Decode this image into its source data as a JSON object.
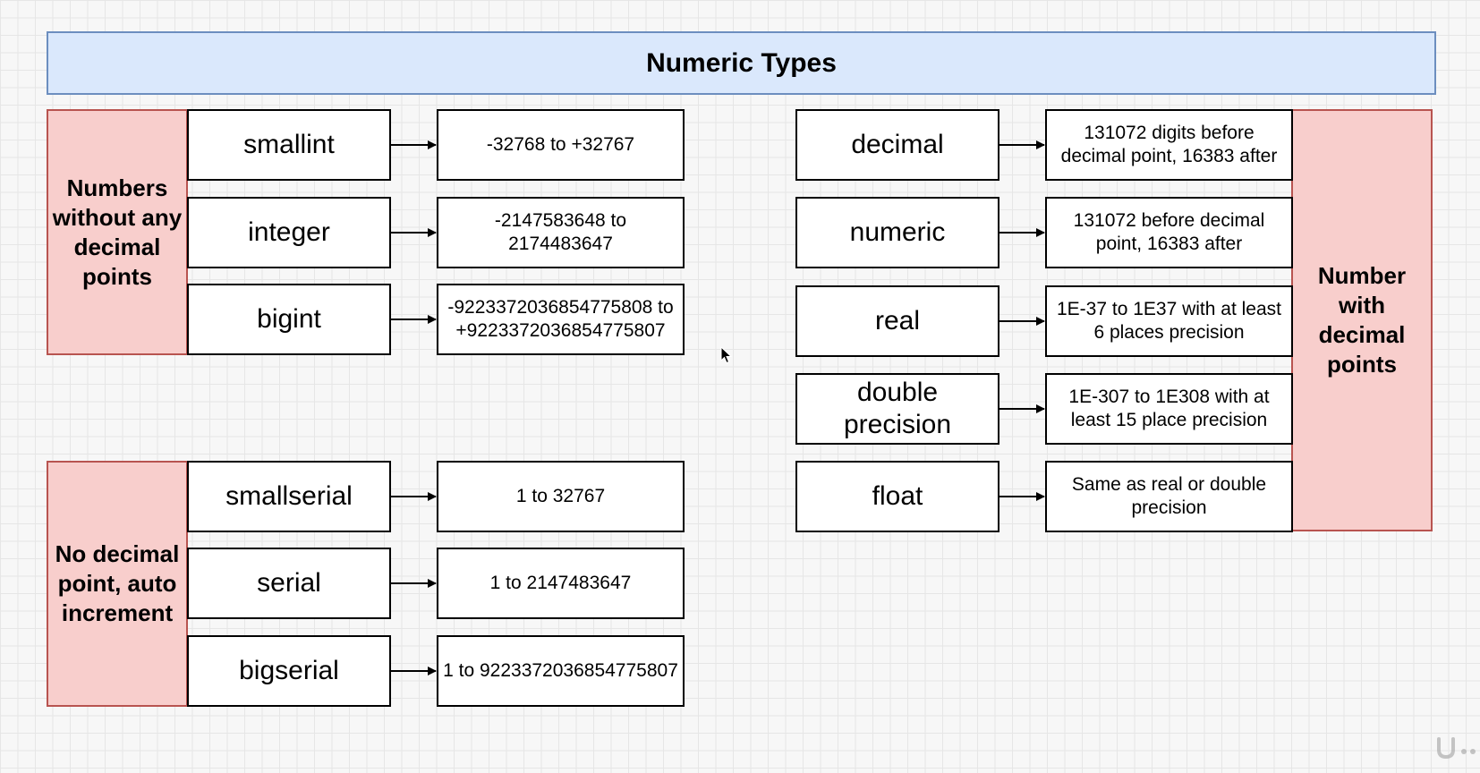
{
  "title": "Numeric Types",
  "groups": {
    "integers": "Numbers without any decimal points",
    "serials": "No decimal point, auto increment",
    "decimals": "Number with decimal points"
  },
  "integer_types": [
    {
      "name": "smallint",
      "range": "-32768 to +32767"
    },
    {
      "name": "integer",
      "range": "-2147583648 to 2174483647"
    },
    {
      "name": "bigint",
      "range": "-9223372036854775808 to +9223372036854775807"
    }
  ],
  "serial_types": [
    {
      "name": "smallserial",
      "range": "1 to 32767"
    },
    {
      "name": "serial",
      "range": "1 to 2147483647"
    },
    {
      "name": "bigserial",
      "range": "1 to 9223372036854775807"
    }
  ],
  "decimal_types": [
    {
      "name": "decimal",
      "range": "131072 digits before decimal point, 16383 after"
    },
    {
      "name": "numeric",
      "range": "131072 before decimal point, 16383 after"
    },
    {
      "name": "real",
      "range": "1E-37 to 1E37 with at least 6 places precision"
    },
    {
      "name": "double precision",
      "range": "1E-307 to 1E308 with at least 15 place precision"
    },
    {
      "name": "float",
      "range": "Same as real or double precision"
    }
  ],
  "colors": {
    "title_fill": "#dae8fc",
    "title_stroke": "#6c8ebf",
    "group_fill": "#f8cecc",
    "group_stroke": "#b85450"
  }
}
